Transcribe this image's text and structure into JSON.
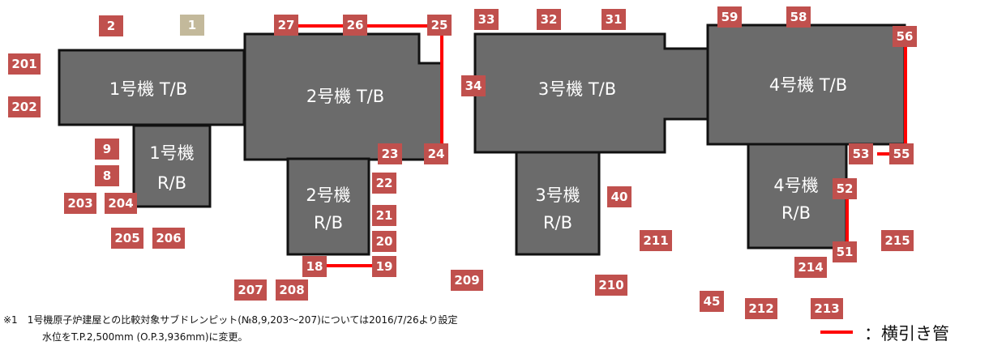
{
  "buildings": [
    {
      "id": "u1-tb",
      "label": "1号機 T/B"
    },
    {
      "id": "u1-rb",
      "label_lines": [
        "1号機",
        "R/B"
      ]
    },
    {
      "id": "u2-tb",
      "label": "2号機 T/B"
    },
    {
      "id": "u2-rb",
      "label_lines": [
        "2号機",
        "R/B"
      ]
    },
    {
      "id": "u3-tb",
      "label": "3号機 T/B"
    },
    {
      "id": "u3-rb",
      "label_lines": [
        "3号機",
        "R/B"
      ]
    },
    {
      "id": "u4-tb",
      "label": "4号機 T/B"
    },
    {
      "id": "u4-rb",
      "label_lines": [
        "4号機",
        "R/B"
      ]
    }
  ],
  "pits": [
    "1",
    "2",
    "201",
    "202",
    "9",
    "8",
    "203",
    "204",
    "205",
    "206",
    "27",
    "26",
    "25",
    "23",
    "24",
    "22",
    "21",
    "20",
    "18",
    "19",
    "207",
    "208",
    "33",
    "32",
    "31",
    "34",
    "40",
    "211",
    "209",
    "210",
    "59",
    "58",
    "56",
    "53",
    "55",
    "52",
    "51",
    "214",
    "215",
    "45",
    "212",
    "213"
  ],
  "notes": [
    "※1　1号機原子炉建屋との比較対象サブドレンピット(№8,9,203～207)については2016/7/26より設定",
    "水位をT.P.2,500mm (O.P.3,936mm)に変更。"
  ],
  "legend": {
    "label": "：横引き管"
  },
  "colors": {
    "building": "#6b6b6b",
    "badge": "#c0504d",
    "badge_alt": "#c3b99b",
    "pipe": "#ff0000"
  }
}
